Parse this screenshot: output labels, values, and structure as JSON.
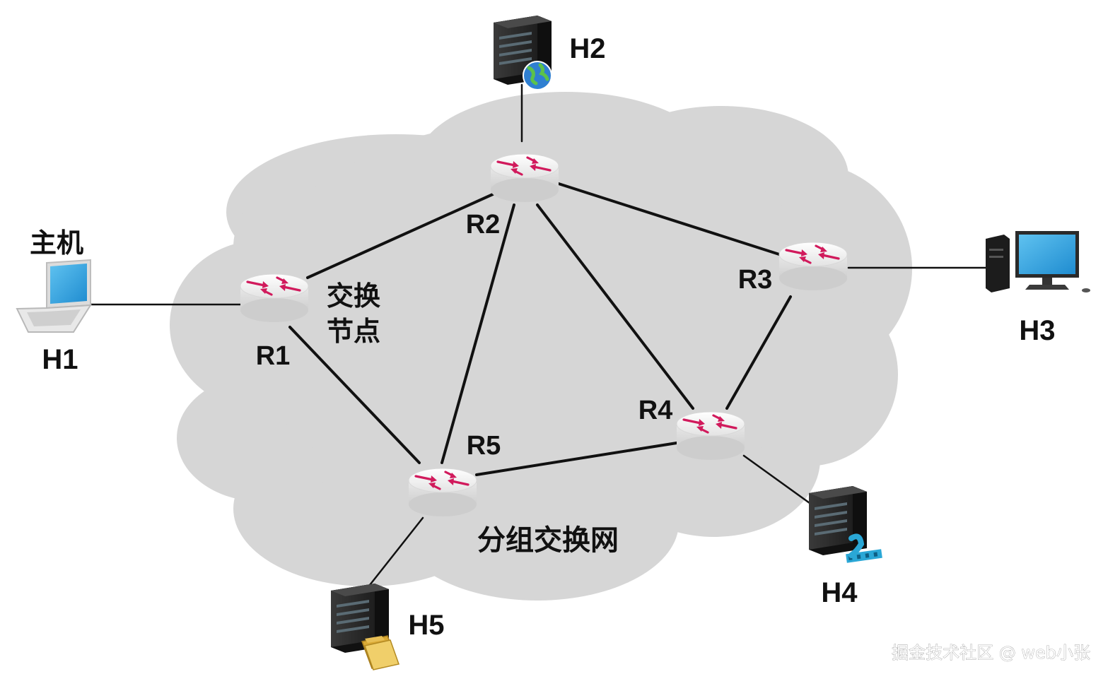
{
  "hosts": {
    "h1": {
      "label": "H1",
      "caption": "主机",
      "icon": "laptop-icon"
    },
    "h2": {
      "label": "H2",
      "icon": "web-server-icon"
    },
    "h3": {
      "label": "H3",
      "icon": "desktop-computer-icon"
    },
    "h4": {
      "label": "H4",
      "icon": "media-server-icon"
    },
    "h5": {
      "label": "H5",
      "icon": "file-server-icon"
    }
  },
  "routers": {
    "r1": {
      "label": "R1",
      "icon": "router-icon"
    },
    "r2": {
      "label": "R2",
      "icon": "router-icon"
    },
    "r3": {
      "label": "R3",
      "icon": "router-icon"
    },
    "r4": {
      "label": "R4",
      "icon": "router-icon"
    },
    "r5": {
      "label": "R5",
      "icon": "router-icon"
    }
  },
  "annotations": {
    "switching_node_line1": "交换",
    "switching_node_line2": "节点",
    "network_name": "分组交换网"
  },
  "watermark": "掘金技术社区 @ web小张",
  "colors": {
    "cloud": "#d6d6d6",
    "link": "#111111",
    "router_body": "#f1f1f1",
    "router_arrow": "#d11a5c",
    "server_body": "#2b2b2b"
  }
}
